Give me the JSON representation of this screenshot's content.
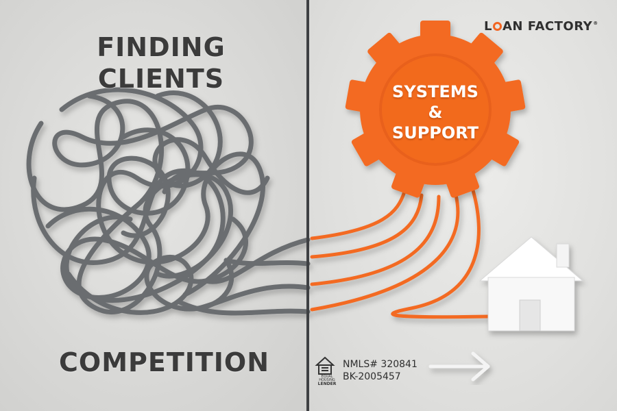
{
  "left": {
    "heading_line1": "FINDING",
    "heading_line2": "CLIENTS",
    "bottom_label": "COMPETITION"
  },
  "right": {
    "logo": {
      "part1": "L",
      "part2": "AN FACTORY",
      "registered": "®",
      "accent_color": "#f26522"
    },
    "gear": {
      "line1": "SYSTEMS",
      "line2": "&",
      "line3": "SUPPORT",
      "color": "#f36b21"
    },
    "equal_housing": {
      "line1": "EQUAL HOUSING",
      "line2": "LENDER"
    },
    "nmls": "NMLS# 320841",
    "license": "BK-2005457",
    "icons": [
      "gear-icon",
      "house-icon",
      "arrow-right-icon",
      "equal-housing-icon"
    ]
  },
  "colors": {
    "tangle": "#6b6d70",
    "divider": "#3e4043",
    "orange": "#f36b21"
  }
}
